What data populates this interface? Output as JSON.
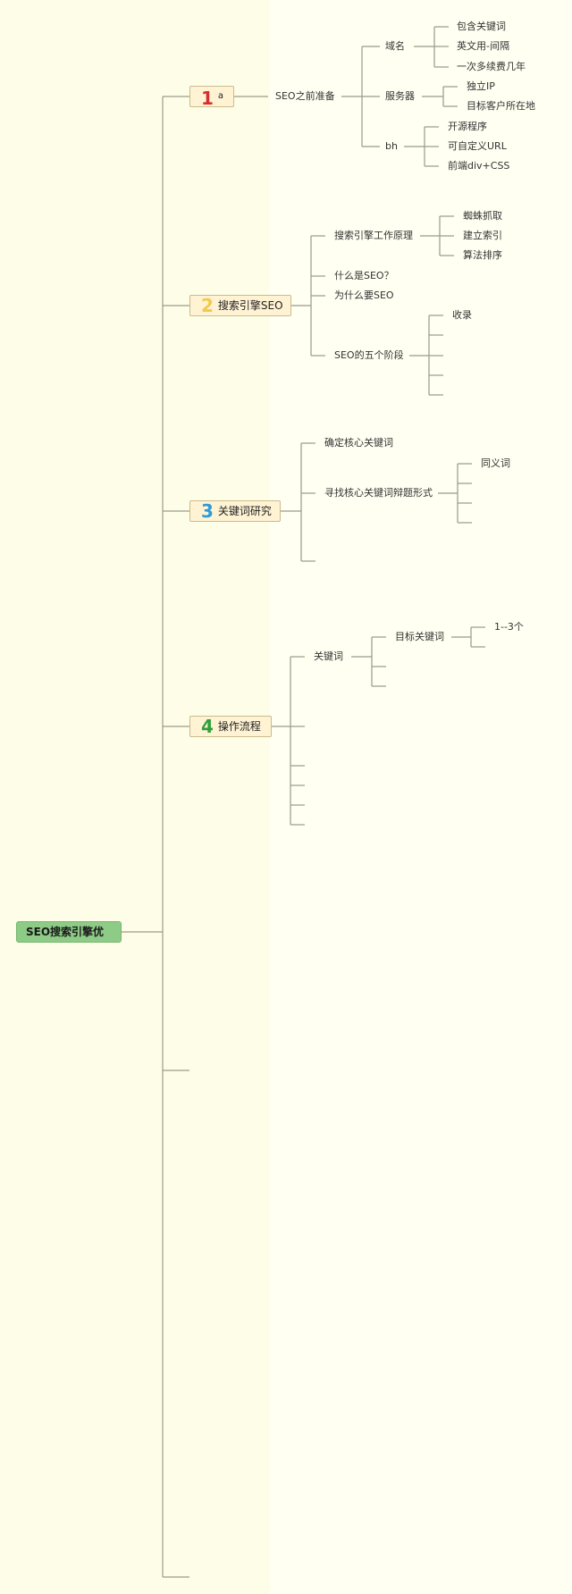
{
  "root": {
    "label": "SEO搜索引擎优"
  },
  "topics": [
    {
      "number": "1",
      "label": "a"
    },
    {
      "number": "2",
      "label": "搜索引擎SEO"
    },
    {
      "number": "3",
      "label": "关键词研究"
    },
    {
      "number": "4",
      "label": "操作流程"
    }
  ],
  "t1": {
    "child": "SEO之前准备",
    "domain": {
      "label": "域名",
      "items": [
        "包含关键词",
        "英文用-间隔",
        "一次多续费几年"
      ]
    },
    "server": {
      "label": "服务器",
      "items": [
        "独立IP",
        "目标客户所在地"
      ]
    },
    "bh": {
      "label": "bh",
      "items": [
        "开源程序",
        "可自定义URL",
        "前端div+CSS"
      ]
    }
  },
  "t2": {
    "engine": {
      "label": "搜索引擎工作原理",
      "items": [
        "蜘蛛抓取",
        "建立索引",
        "算法排序"
      ]
    },
    "what": "什么是SEO？",
    "why": "为什么要SEO",
    "stages": {
      "label": "SEO的五个阶段",
      "items": [
        "收录"
      ]
    }
  },
  "t3": {
    "core": "确定核心关键词",
    "find": {
      "label": "寻找核心关键词辩题形式",
      "items": [
        "同义词"
      ]
    }
  },
  "t4": {
    "keyword": {
      "label": "关键词",
      "target": {
        "label": "目标关键词",
        "items": [
          "1--3个"
        ]
      }
    }
  }
}
